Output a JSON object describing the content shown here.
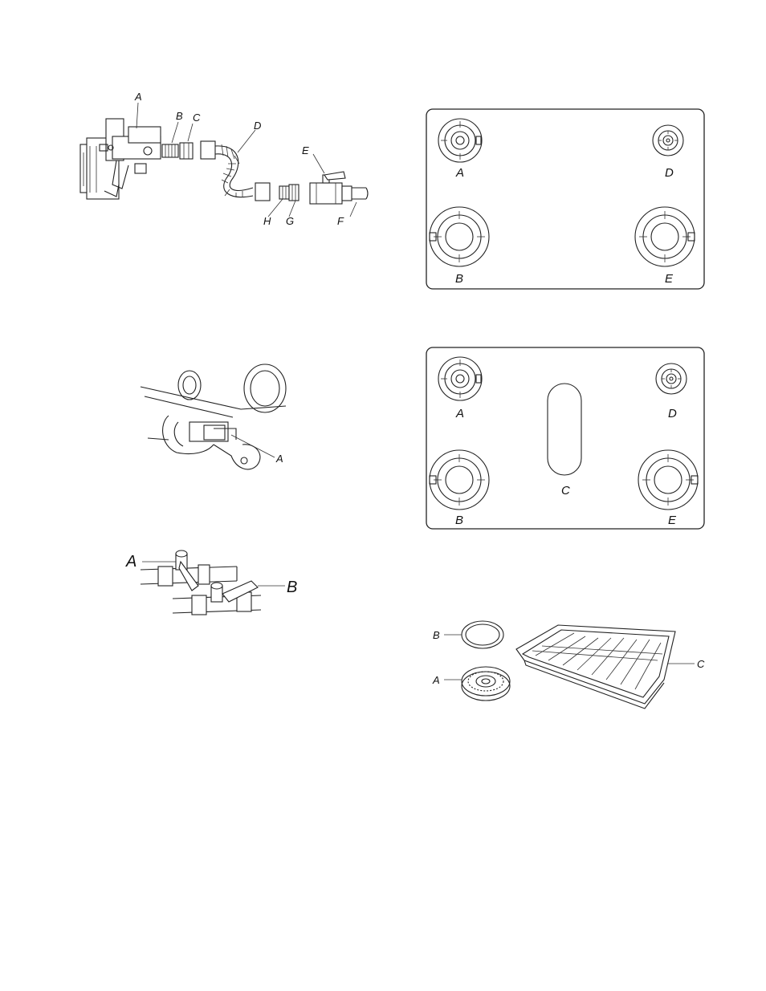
{
  "fig1": {
    "labels": {
      "a": "A",
      "b": "B",
      "c": "C",
      "d": "D",
      "e": "E",
      "f": "F",
      "g": "G",
      "h": "H"
    }
  },
  "fig2": {
    "labels": {
      "a": "A"
    }
  },
  "fig3": {
    "labels": {
      "a": "A",
      "b": "B"
    }
  },
  "cooktop4": {
    "labels": {
      "a": "A",
      "b": "B",
      "d": "D",
      "e": "E"
    }
  },
  "cooktop5": {
    "labels": {
      "a": "A",
      "b": "B",
      "c": "C",
      "d": "D",
      "e": "E"
    }
  },
  "fig6": {
    "labels": {
      "a": "A",
      "b": "B",
      "c": "C"
    }
  }
}
